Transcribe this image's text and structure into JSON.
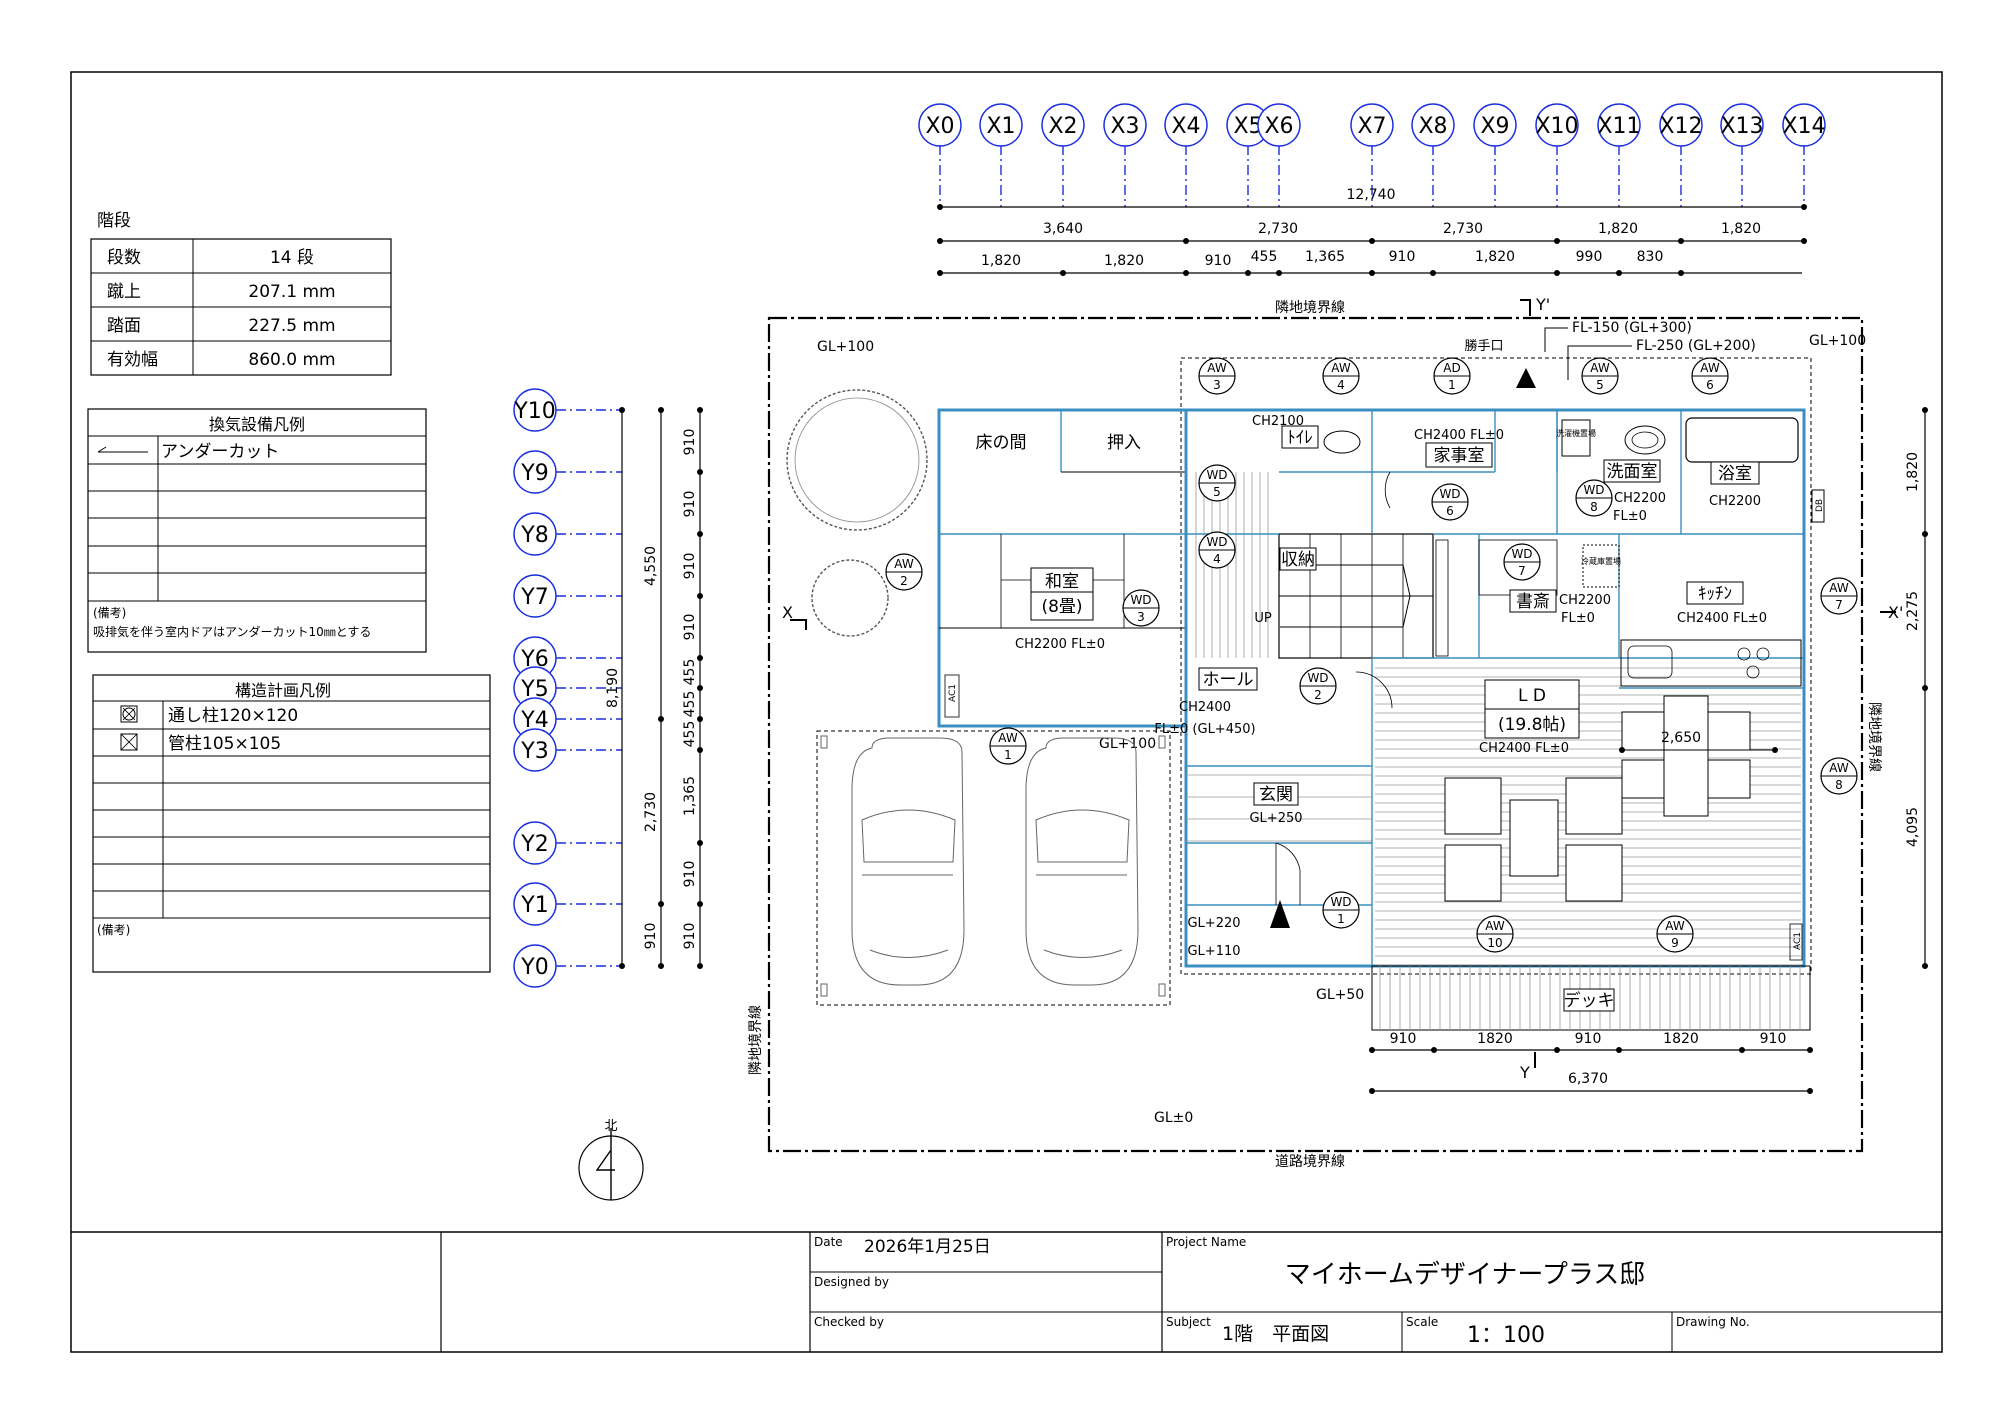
{
  "stairs_table": {
    "title": "階段",
    "rows": [
      {
        "label": "段数",
        "value": "14 段"
      },
      {
        "label": "蹴上",
        "value": "207.1 mm"
      },
      {
        "label": "踏面",
        "value": "227.5 mm"
      },
      {
        "label": "有効幅",
        "value": "860.0 mm"
      }
    ]
  },
  "ventilation_legend": {
    "title": "換気設備凡例",
    "item": "アンダーカット",
    "note_title": "(備考)",
    "note": "吸排気を伴う室内ドアはアンダーカット10㎜とする"
  },
  "structure_legend": {
    "title": "構造計画凡例",
    "items": [
      "通し柱120×120",
      "管柱105×105"
    ],
    "note_title": "(備考)"
  },
  "grid_x": [
    "X0",
    "X1",
    "X2",
    "X3",
    "X4",
    "X5",
    "X6",
    "X7",
    "X8",
    "X9",
    "X10",
    "X11",
    "X12",
    "X13",
    "X14"
  ],
  "grid_y": [
    "Y10",
    "Y9",
    "Y8",
    "Y7",
    "Y6",
    "Y5",
    "Y4",
    "Y3",
    "Y2",
    "Y1",
    "Y0"
  ],
  "dims_top": {
    "total": "12,740",
    "row2": [
      "3,640",
      "2,730",
      "2,730",
      "1,820",
      "1,820"
    ],
    "row3": [
      "1,820",
      "1,820",
      "910",
      "455",
      "1,365",
      "910",
      "1,820",
      "990",
      "830"
    ]
  },
  "dims_left": {
    "total": "8,190",
    "row2": [
      "4,550",
      "2,730",
      "910"
    ],
    "row3": [
      "910",
      "910",
      "910",
      "910",
      "455",
      "455",
      "455",
      "1,365",
      "910",
      "910"
    ]
  },
  "dims_right": [
    "1,820",
    "2,275",
    "4,095"
  ],
  "dims_bottom": {
    "row1": [
      "910",
      "1820",
      "910",
      "1820",
      "910"
    ],
    "total": "6,370"
  },
  "dims_inner": {
    "ld_table": "2,650"
  },
  "boundaries": {
    "top": "隣地境界線",
    "left": "隣地境界線",
    "right": "隣地境界線",
    "bottom": "道路境界線"
  },
  "levels": {
    "top_left": "GL+100",
    "top_right": "GL+100",
    "parking": "GL+100",
    "deck_side": "GL+50",
    "site": "GL±0",
    "fl150": "FL-150 (GL+300)",
    "fl250": "FL-250 (GL+200)",
    "entry1": "GL+220",
    "entry2": "GL+110"
  },
  "rooms": {
    "tokonoma": "床の間",
    "oshiire": "押入",
    "washitsu": "和室",
    "washitsu_size": "(8畳)",
    "washitsu_ch": "CH2200  FL±0",
    "toilet": "ﾄｲﾚ",
    "toilet_ch": "CH2100",
    "kaji": "家事室",
    "kaji_ch": "CH2400 FL±0",
    "katteguchi": "勝手口",
    "senmen": "洗面室",
    "senmen_ch": "CH2200",
    "senmen_fl": "FL±0",
    "yokushitsu": "浴室",
    "yokushitsu_ch": "CH2200",
    "shuno": "収納",
    "shosai": "書斎",
    "shosai_ch": "CH2200",
    "shosai_fl": "FL±0",
    "kitchen": "ｷｯﾁﾝ",
    "kitchen_ch": "CH2400 FL±0",
    "up": "UP",
    "hall": "ホール",
    "hall_ch": "CH2400",
    "hall_fl": "FL±0  (GL+450)",
    "ld": "L D",
    "ld_size": "(19.8帖)",
    "ld_ch": "CH2400 FL±0",
    "genkan": "玄関",
    "genkan_gl": "GL+250",
    "deck": "デッキ",
    "washer": "洗濯機置場",
    "fridge": "冷蔵庫置場",
    "ac": "AC1",
    "db": "DB"
  },
  "windows": [
    {
      "type": "AW",
      "num": "1"
    },
    {
      "type": "AW",
      "num": "2"
    },
    {
      "type": "AW",
      "num": "3"
    },
    {
      "type": "AW",
      "num": "4"
    },
    {
      "type": "AW",
      "num": "5"
    },
    {
      "type": "AW",
      "num": "6"
    },
    {
      "type": "AW",
      "num": "7"
    },
    {
      "type": "AW",
      "num": "8"
    },
    {
      "type": "AW",
      "num": "9"
    },
    {
      "type": "AW",
      "num": "10"
    },
    {
      "type": "WD",
      "num": "1"
    },
    {
      "type": "WD",
      "num": "2"
    },
    {
      "type": "WD",
      "num": "3"
    },
    {
      "type": "WD",
      "num": "4"
    },
    {
      "type": "WD",
      "num": "5"
    },
    {
      "type": "WD",
      "num": "6"
    },
    {
      "type": "WD",
      "num": "7"
    },
    {
      "type": "WD",
      "num": "8"
    },
    {
      "type": "AD",
      "num": "1"
    }
  ],
  "section_marks": {
    "x": "X",
    "x2": "X'",
    "y": "Y",
    "y2": "Y'"
  },
  "north": "北",
  "title_block": {
    "date_label": "Date",
    "date_value": "2026年1月25日",
    "designed_label": "Designed by",
    "checked_label": "Checked by",
    "project_label": "Project Name",
    "project_value": "マイホームデザイナープラス邸",
    "subject_label": "Subject",
    "subject_value": "1階　平面図",
    "scale_label": "Scale",
    "scale_value": "1：100",
    "drawing_label": "Drawing No."
  }
}
